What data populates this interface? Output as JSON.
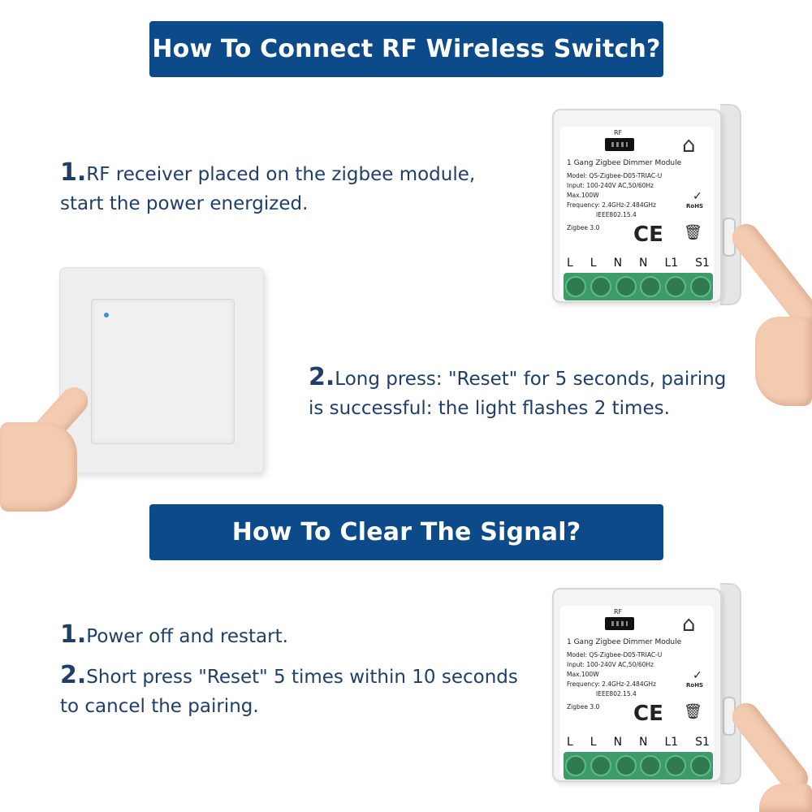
{
  "section1": {
    "title": "How To Connect RF Wireless Switch?",
    "step1": {
      "num": "1.",
      "line1": "RF receiver placed on the zigbee module,",
      "line2": "start the power energized."
    },
    "step2": {
      "num": "2.",
      "line1": "Long press: \"Reset\" for 5 seconds, pairing",
      "line2": "is successful: the light flashes 2 times."
    }
  },
  "section2": {
    "title": "How To Clear The Signal?",
    "step1": {
      "num": "1.",
      "line1": "Power off and restart."
    },
    "step2": {
      "num": "2.",
      "line1": "Short press \"Reset\" 5 times within 10 seconds",
      "line2": "to cancel the pairing."
    }
  },
  "module": {
    "rf": "RF",
    "title": "1 Gang Zigbee Dimmer Module",
    "model": "Model: QS-Zigbee-D05-TRIAC-U",
    "input": "Input: 100-240V AC,50/60Hz",
    "max": "Max.100W",
    "freq": "Frequency: 2.4GHz-2.484GHz",
    "ieee": "IEEE802.15.4",
    "zigbee": "Zigbee 3.0",
    "rohs": "RoHS",
    "ce": "CE",
    "terminals": [
      "L",
      "L",
      "N",
      "N",
      "L1",
      "S1"
    ]
  },
  "colors": {
    "banner": "#0c4a8a",
    "text": "#1f3f6a",
    "terminal": "#3e9b68",
    "led": "#3b8fd6"
  },
  "icons": [
    "home-icon",
    "check-icon",
    "weee-bin-icon",
    "hand-finger-icon"
  ]
}
